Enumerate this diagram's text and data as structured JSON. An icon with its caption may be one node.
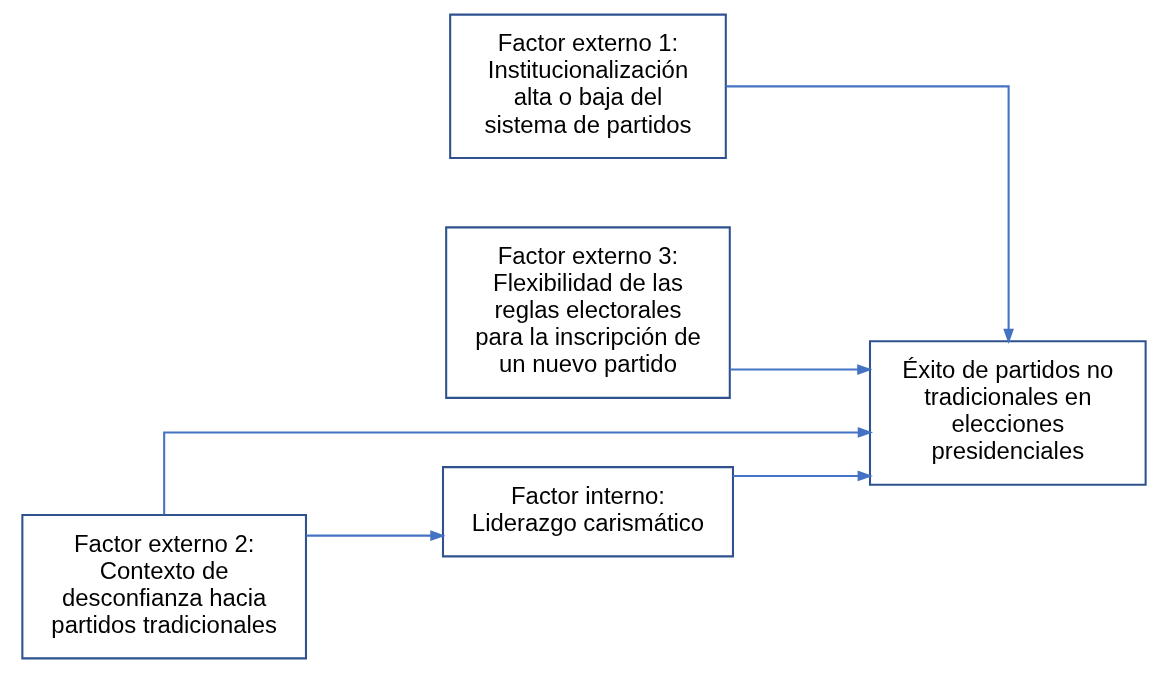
{
  "diagram": {
    "nodes": [
      {
        "text": [
          "Factor externo 1: Institucionalización alta o baja del sistema de partidos"
        ]
      },
      {
        "text": [
          "Factor externo 3: Flexibilidad de las reglas electorales para la inscripción de un nuevo partido"
        ]
      },
      {
        "text": [
          "Factor interno: Liderazgo carismático"
        ]
      },
      {
        "text": [
          "Éxito de partidos no tradicionales en elecciones presidenciales"
        ]
      },
      {
        "text": [
          "Factor externo 2: Contexto de desconfianza hacia partidos tradicionales"
        ]
      }
    ],
    "edges": [
      {
        "from": 0,
        "to": 3,
        "arrow": "to"
      },
      {
        "from": 1,
        "to": 3,
        "arrow": "to"
      },
      {
        "from": 2,
        "to": 3,
        "arrow": "to"
      },
      {
        "from": 4,
        "to": 2,
        "arrow": "to"
      },
      {
        "from": 4,
        "to": 3,
        "arrow": "to"
      }
    ]
  }
}
